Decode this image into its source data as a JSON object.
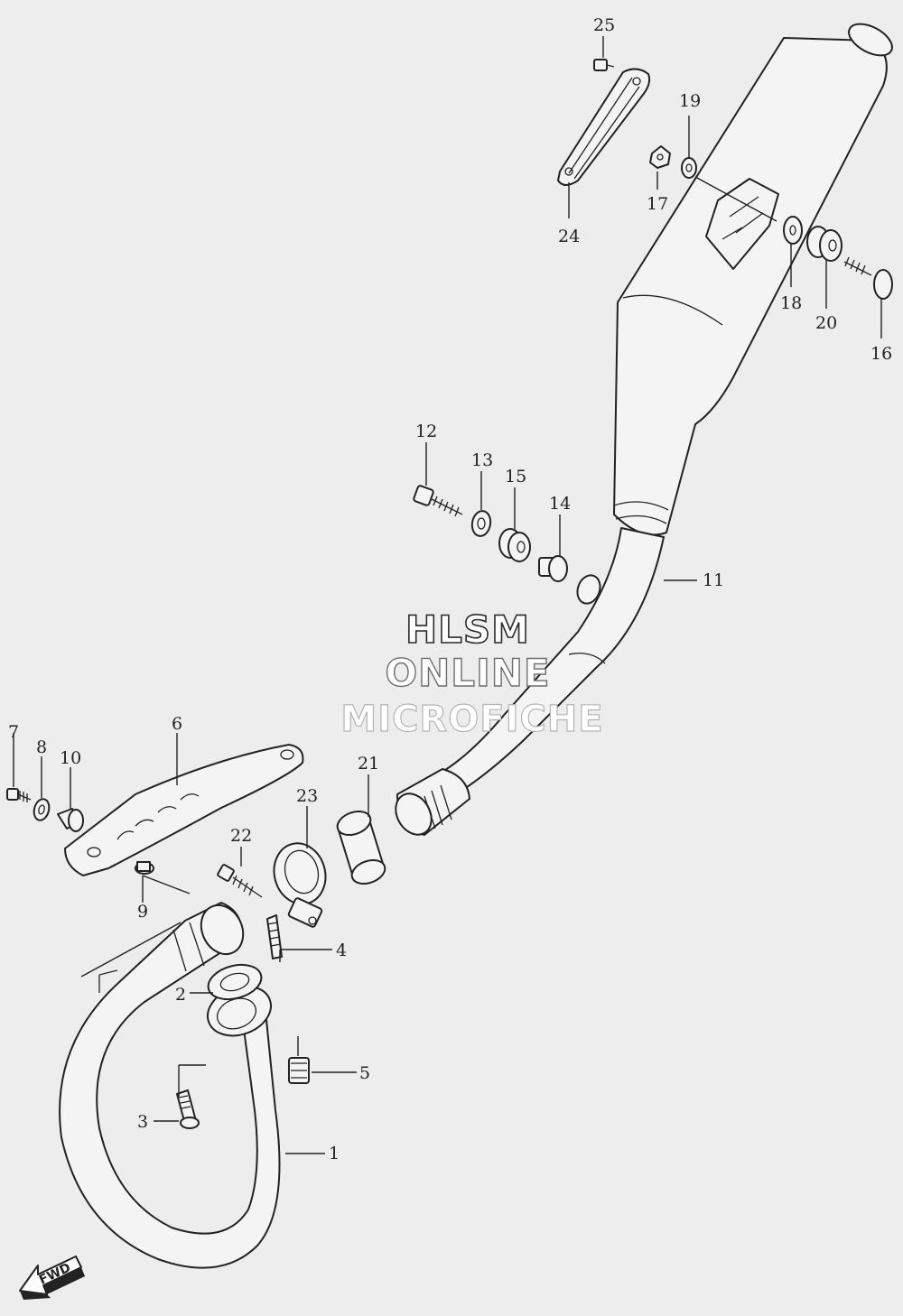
{
  "watermark": {
    "line1": "HLSM",
    "line2": "ONLINE",
    "line3": "MICROFICHE"
  },
  "fwd_label": "FWD",
  "callouts": {
    "c1": "1",
    "c2": "2",
    "c3": "3",
    "c4": "4",
    "c5": "5",
    "c6": "6",
    "c7": "7",
    "c8": "8",
    "c9": "9",
    "c10": "10",
    "c11": "11",
    "c12": "12",
    "c13": "13",
    "c14": "14",
    "c15": "15",
    "c16": "16",
    "c17": "17",
    "c18": "18",
    "c19": "19",
    "c20": "20",
    "c21": "21",
    "c22": "22",
    "c23": "23",
    "c24": "24",
    "c25": "25"
  }
}
